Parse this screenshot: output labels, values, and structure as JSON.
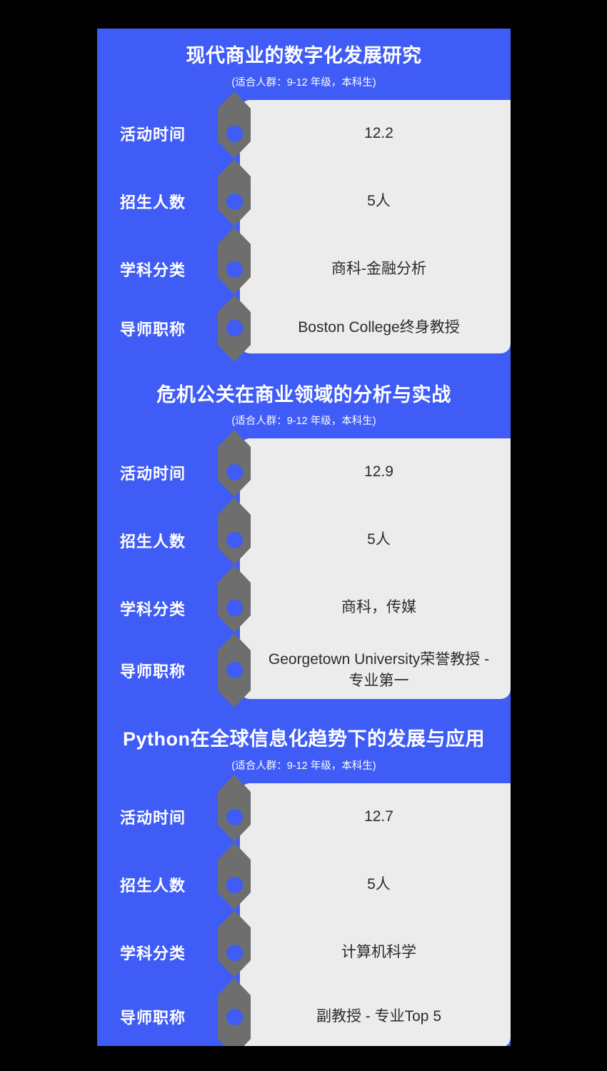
{
  "poster": {
    "accent_blue": "#3F5CF6",
    "card_gray": "#ECECEC",
    "connector_gray": "#6E6E6E",
    "background": "#000000"
  },
  "row_labels": {
    "time": "活动时间",
    "quota": "招生人数",
    "subject": "学科分类",
    "mentor": "导师职称"
  },
  "sections": [
    {
      "title": "现代商业的数字化发展研究",
      "subtitle": "(适合人群：9-12 年级，本科生)",
      "rows": [
        {
          "label": "活动时间",
          "value": "12.2"
        },
        {
          "label": "招生人数",
          "value": "5人"
        },
        {
          "label": "学科分类",
          "value": "商科-金融分析"
        },
        {
          "label": "导师职称",
          "value": "Boston College终身教授"
        }
      ]
    },
    {
      "title": "危机公关在商业领域的分析与实战",
      "subtitle": "(适合人群：9-12 年级，本科生)",
      "rows": [
        {
          "label": "活动时间",
          "value": "12.9"
        },
        {
          "label": "招生人数",
          "value": "5人"
        },
        {
          "label": "学科分类",
          "value": "商科，传媒"
        },
        {
          "label": "导师职称",
          "value": "Georgetown University荣誉教授 - 专业第一"
        }
      ]
    },
    {
      "title": "Python在全球信息化趋势下的发展与应用",
      "subtitle": "(适合人群：9-12 年级，本科生)",
      "rows": [
        {
          "label": "活动时间",
          "value": "12.7"
        },
        {
          "label": "招生人数",
          "value": "5人"
        },
        {
          "label": "学科分类",
          "value": "计算机科学"
        },
        {
          "label": "导师职称",
          "value": "副教授 - 专业Top 5"
        }
      ]
    }
  ]
}
